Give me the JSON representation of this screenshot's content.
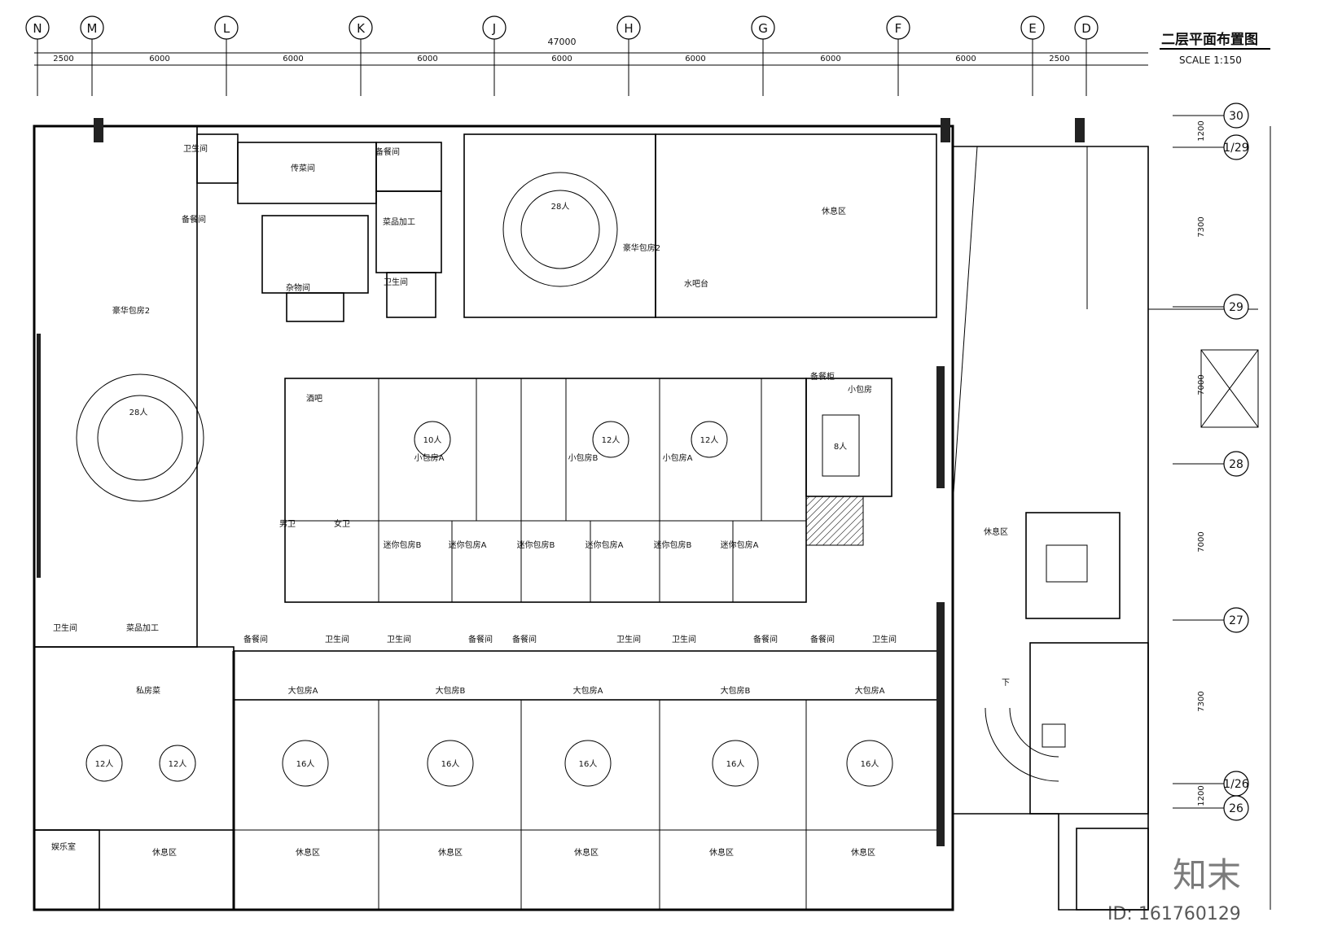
{
  "title": "二层平面布置图",
  "scale": "SCALE 1:150",
  "watermark": {
    "logo": "知末",
    "id": "ID: 161760129"
  },
  "grid_columns": [
    {
      "label": "N"
    },
    {
      "label": "M"
    },
    {
      "label": "L"
    },
    {
      "label": "K"
    },
    {
      "label": "J"
    },
    {
      "label": "H"
    },
    {
      "label": "G"
    },
    {
      "label": "F"
    },
    {
      "label": "E"
    },
    {
      "label": "D"
    }
  ],
  "grid_rows": [
    {
      "label": "30"
    },
    {
      "label": "1/29"
    },
    {
      "label": "29"
    },
    {
      "label": "28"
    },
    {
      "label": "27"
    },
    {
      "label": "1/26"
    },
    {
      "label": "26"
    }
  ],
  "dimensions": {
    "total": "47000",
    "top": [
      "2500",
      "6000",
      "6000",
      "6000",
      "6000",
      "6000",
      "6000",
      "6000",
      "2500"
    ],
    "right": [
      "1200",
      "7300",
      "7000",
      "7000",
      "7300",
      "1200"
    ]
  },
  "rooms": [
    {
      "label": "卫生间"
    },
    {
      "label": "备餐间"
    },
    {
      "label": "传菜间"
    },
    {
      "label": "备餐间"
    },
    {
      "label": "菜品加工"
    },
    {
      "label": "杂物间"
    },
    {
      "label": "卫生间"
    },
    {
      "label": "豪华包房2"
    },
    {
      "label": "水吧台"
    },
    {
      "label": "休息区"
    },
    {
      "label": "豪华包房2"
    },
    {
      "label": "酒吧"
    },
    {
      "label": "小包房A"
    },
    {
      "label": "小包房B"
    },
    {
      "label": "小包房A"
    },
    {
      "label": "备餐柜"
    },
    {
      "label": "小包房"
    },
    {
      "label": "男卫"
    },
    {
      "label": "女卫"
    },
    {
      "label": "迷你包房B"
    },
    {
      "label": "迷你包房A"
    },
    {
      "label": "迷你包房B"
    },
    {
      "label": "迷你包房A"
    },
    {
      "label": "迷你包房B"
    },
    {
      "label": "迷你包房A"
    },
    {
      "label": "休息区"
    },
    {
      "label": "卫生间"
    },
    {
      "label": "菜品加工"
    },
    {
      "label": "私房菜"
    },
    {
      "label": "备餐间"
    },
    {
      "label": "卫生间"
    },
    {
      "label": "卫生间"
    },
    {
      "label": "备餐间"
    },
    {
      "label": "备餐间"
    },
    {
      "label": "卫生间"
    },
    {
      "label": "卫生间"
    },
    {
      "label": "备餐间"
    },
    {
      "label": "备餐间"
    },
    {
      "label": "卫生间"
    },
    {
      "label": "大包房A"
    },
    {
      "label": "大包房B"
    },
    {
      "label": "大包房A"
    },
    {
      "label": "大包房B"
    },
    {
      "label": "大包房A"
    },
    {
      "label": "娱乐室"
    },
    {
      "label": "休息区"
    },
    {
      "label": "休息区"
    },
    {
      "label": "休息区"
    },
    {
      "label": "休息区"
    },
    {
      "label": "休息区"
    },
    {
      "label": "休息区"
    },
    {
      "label": "下"
    }
  ],
  "tables": [
    {
      "label": "28人"
    },
    {
      "label": "28人"
    },
    {
      "label": "10人"
    },
    {
      "label": "12人"
    },
    {
      "label": "12人"
    },
    {
      "label": "8人"
    },
    {
      "label": "12人"
    },
    {
      "label": "12人"
    },
    {
      "label": "16人"
    },
    {
      "label": "16人"
    },
    {
      "label": "16人"
    },
    {
      "label": "16人"
    },
    {
      "label": "16人"
    }
  ]
}
